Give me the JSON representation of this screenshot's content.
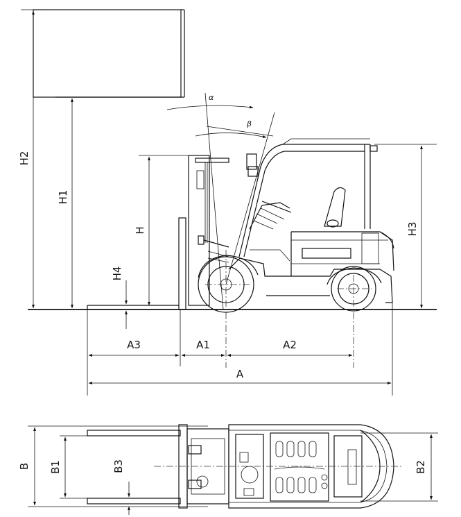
{
  "labels": {
    "H2": "H2",
    "H1": "H1",
    "H": "H",
    "H4": "H4",
    "H3": "H3",
    "A3": "A3",
    "A1": "A1",
    "A2": "A2",
    "A": "A",
    "B": "B",
    "B1": "B1",
    "B3": "B3",
    "B2": "B2",
    "alpha": "α",
    "beta": "β"
  },
  "colors": {
    "ink": "#111111",
    "background": "#ffffff"
  }
}
